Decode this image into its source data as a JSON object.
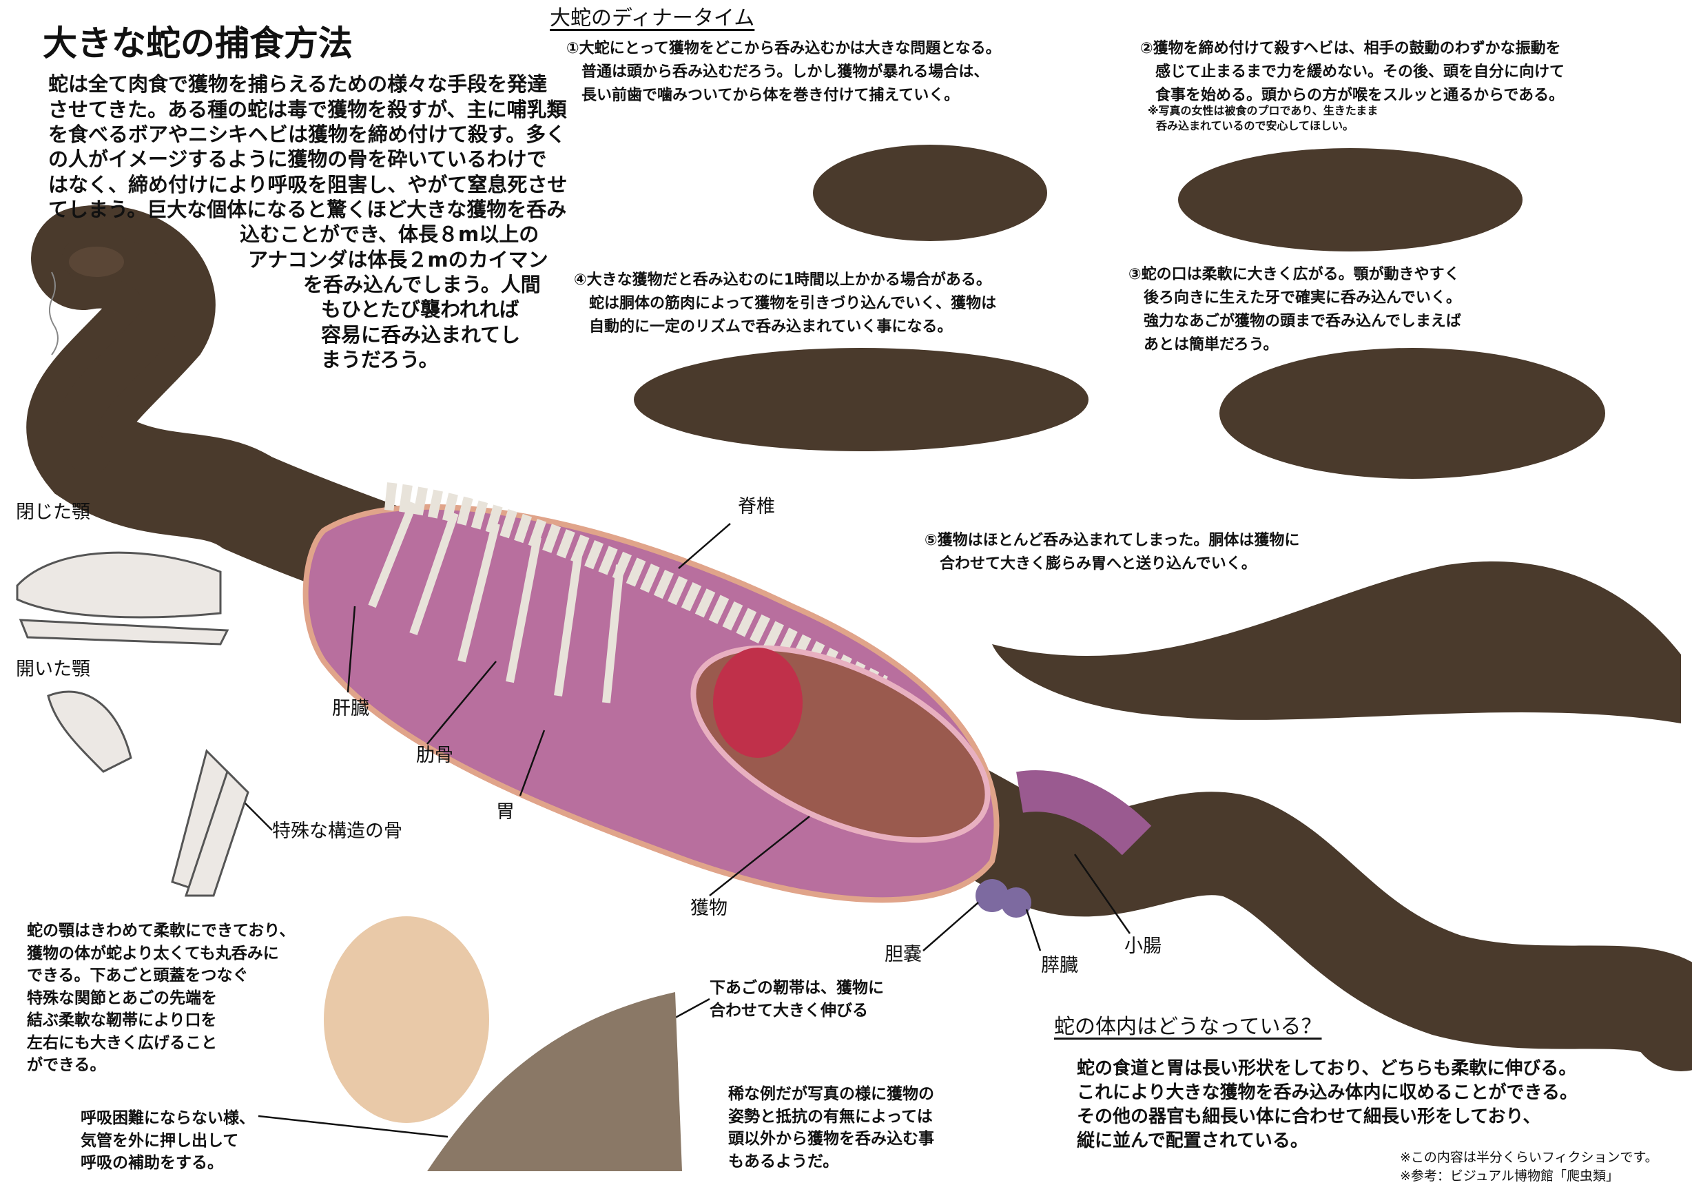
{
  "title": "大きな蛇の捕食方法",
  "intro_lines": [
    "蛇は全て肉食で獲物を捕らえるための様々な手段を発達",
    "させてきた。ある種の蛇は毒で獲物を殺すが、主に哺乳類",
    "を食べるボアやニシキヘビは獲物を締め付けて殺す。多く",
    "の人がイメージするように獲物の骨を砕いているわけで",
    "はなく、締め付けにより呼吸を阻害し、やがて窒息死させ",
    "てしまう。巨大な個体になると驚くほど大きな獲物を呑み",
    "込むことができ、体長８m以上の",
    "アナコンダは体長２mのカイマン",
    "を呑み込んでしまう。人間",
    "もひとたび襲われれば",
    "容易に呑み込まれてし",
    "まうだろう。"
  ],
  "dinner": {
    "heading": "大蛇のディナータイム",
    "step1": [
      "①大蛇にとって獲物をどこから呑み込むかは大きな問題となる。",
      "普通は頭から呑み込むだろう。しかし獲物が暴れる場合は、",
      "長い前歯で噛みついてから体を巻き付けて捕えていく。"
    ],
    "step2": [
      "②獲物を締め付けて殺すヘビは、相手の鼓動のわずかな振動を",
      "感じて止まるまで力を緩めない。その後、頭を自分に向けて",
      "食事を始める。頭からの方が喉をスルッと通るからである。"
    ],
    "step2_note": [
      "※写真の女性は被食のプロであり、生きたまま",
      "呑み込まれているので安心してほしい。"
    ],
    "step3": [
      "③蛇の口は柔軟に大きく広がる。顎が動きやすく",
      "後ろ向きに生えた牙で確実に呑み込んでいく。",
      "強力なあごが獲物の頭まで呑み込んでしまえば",
      "あとは簡単だろう。"
    ],
    "step4": [
      "④大きな獲物だと呑み込むのに1時間以上かかる場合がある。",
      "蛇は胴体の筋肉によって獲物を引きづり込んでいく、獲物は",
      "自動的に一定のリズムで呑み込まれていく事になる。"
    ],
    "step5": [
      "⑤獲物はほとんど呑み込まれてしまった。胴体は獲物に",
      "合わせて大きく膨らみ胃へと送り込んでいく。"
    ]
  },
  "labels": {
    "closed_jaw": "閉じた顎",
    "open_jaw": "開いた顎",
    "special_bone": "特殊な構造の骨",
    "spine": "脊椎",
    "liver": "肝臓",
    "ribs": "肋骨",
    "stomach": "胃",
    "prey": "獲物",
    "gallbladder": "胆嚢",
    "pancreas": "膵臓",
    "small_intestine": "小腸"
  },
  "jaw_text": [
    "蛇の顎はきわめて柔軟にできており、",
    "獲物の体が蛇より太くても丸呑みに",
    "できる。下あごと頭蓋をつなぐ",
    "特殊な関節とあごの先端を",
    "結ぶ柔軟な靭帯により口を",
    "左右にも大きく広げること",
    "ができる。"
  ],
  "ligament_text": [
    "下あごの靭帯は、獲物に",
    "合わせて大きく伸びる"
  ],
  "breathing_text": [
    "呼吸困難にならない様、",
    "気管を外に押し出して",
    "呼吸の補助をする。"
  ],
  "rare_text": [
    "稀な例だが写真の様に獲物の",
    "姿勢と抵抗の有無によっては",
    "頭以外から獲物を呑み込む事",
    "もあるようだ。"
  ],
  "inside": {
    "heading": "蛇の体内はどうなっている？",
    "lines": [
      "蛇の食道と胃は長い形状をしており、どちらも柔軟に伸びる。",
      "これにより大きな獲物を呑み込み体内に収めることができる。",
      "その他の器官も細長い体に合わせて細長い形をしており、",
      "縦に並んで配置されている。"
    ]
  },
  "footnotes": [
    "※この内容は半分くらいフィクションです。",
    "※参考：ビジュアル博物館「爬虫類」"
  ],
  "colors": {
    "snake": "#4a3a2c",
    "snake_belly": "#b9a48a",
    "flesh": "#b86f9e",
    "bone": "#e8e3da",
    "heart": "#c0304a"
  }
}
